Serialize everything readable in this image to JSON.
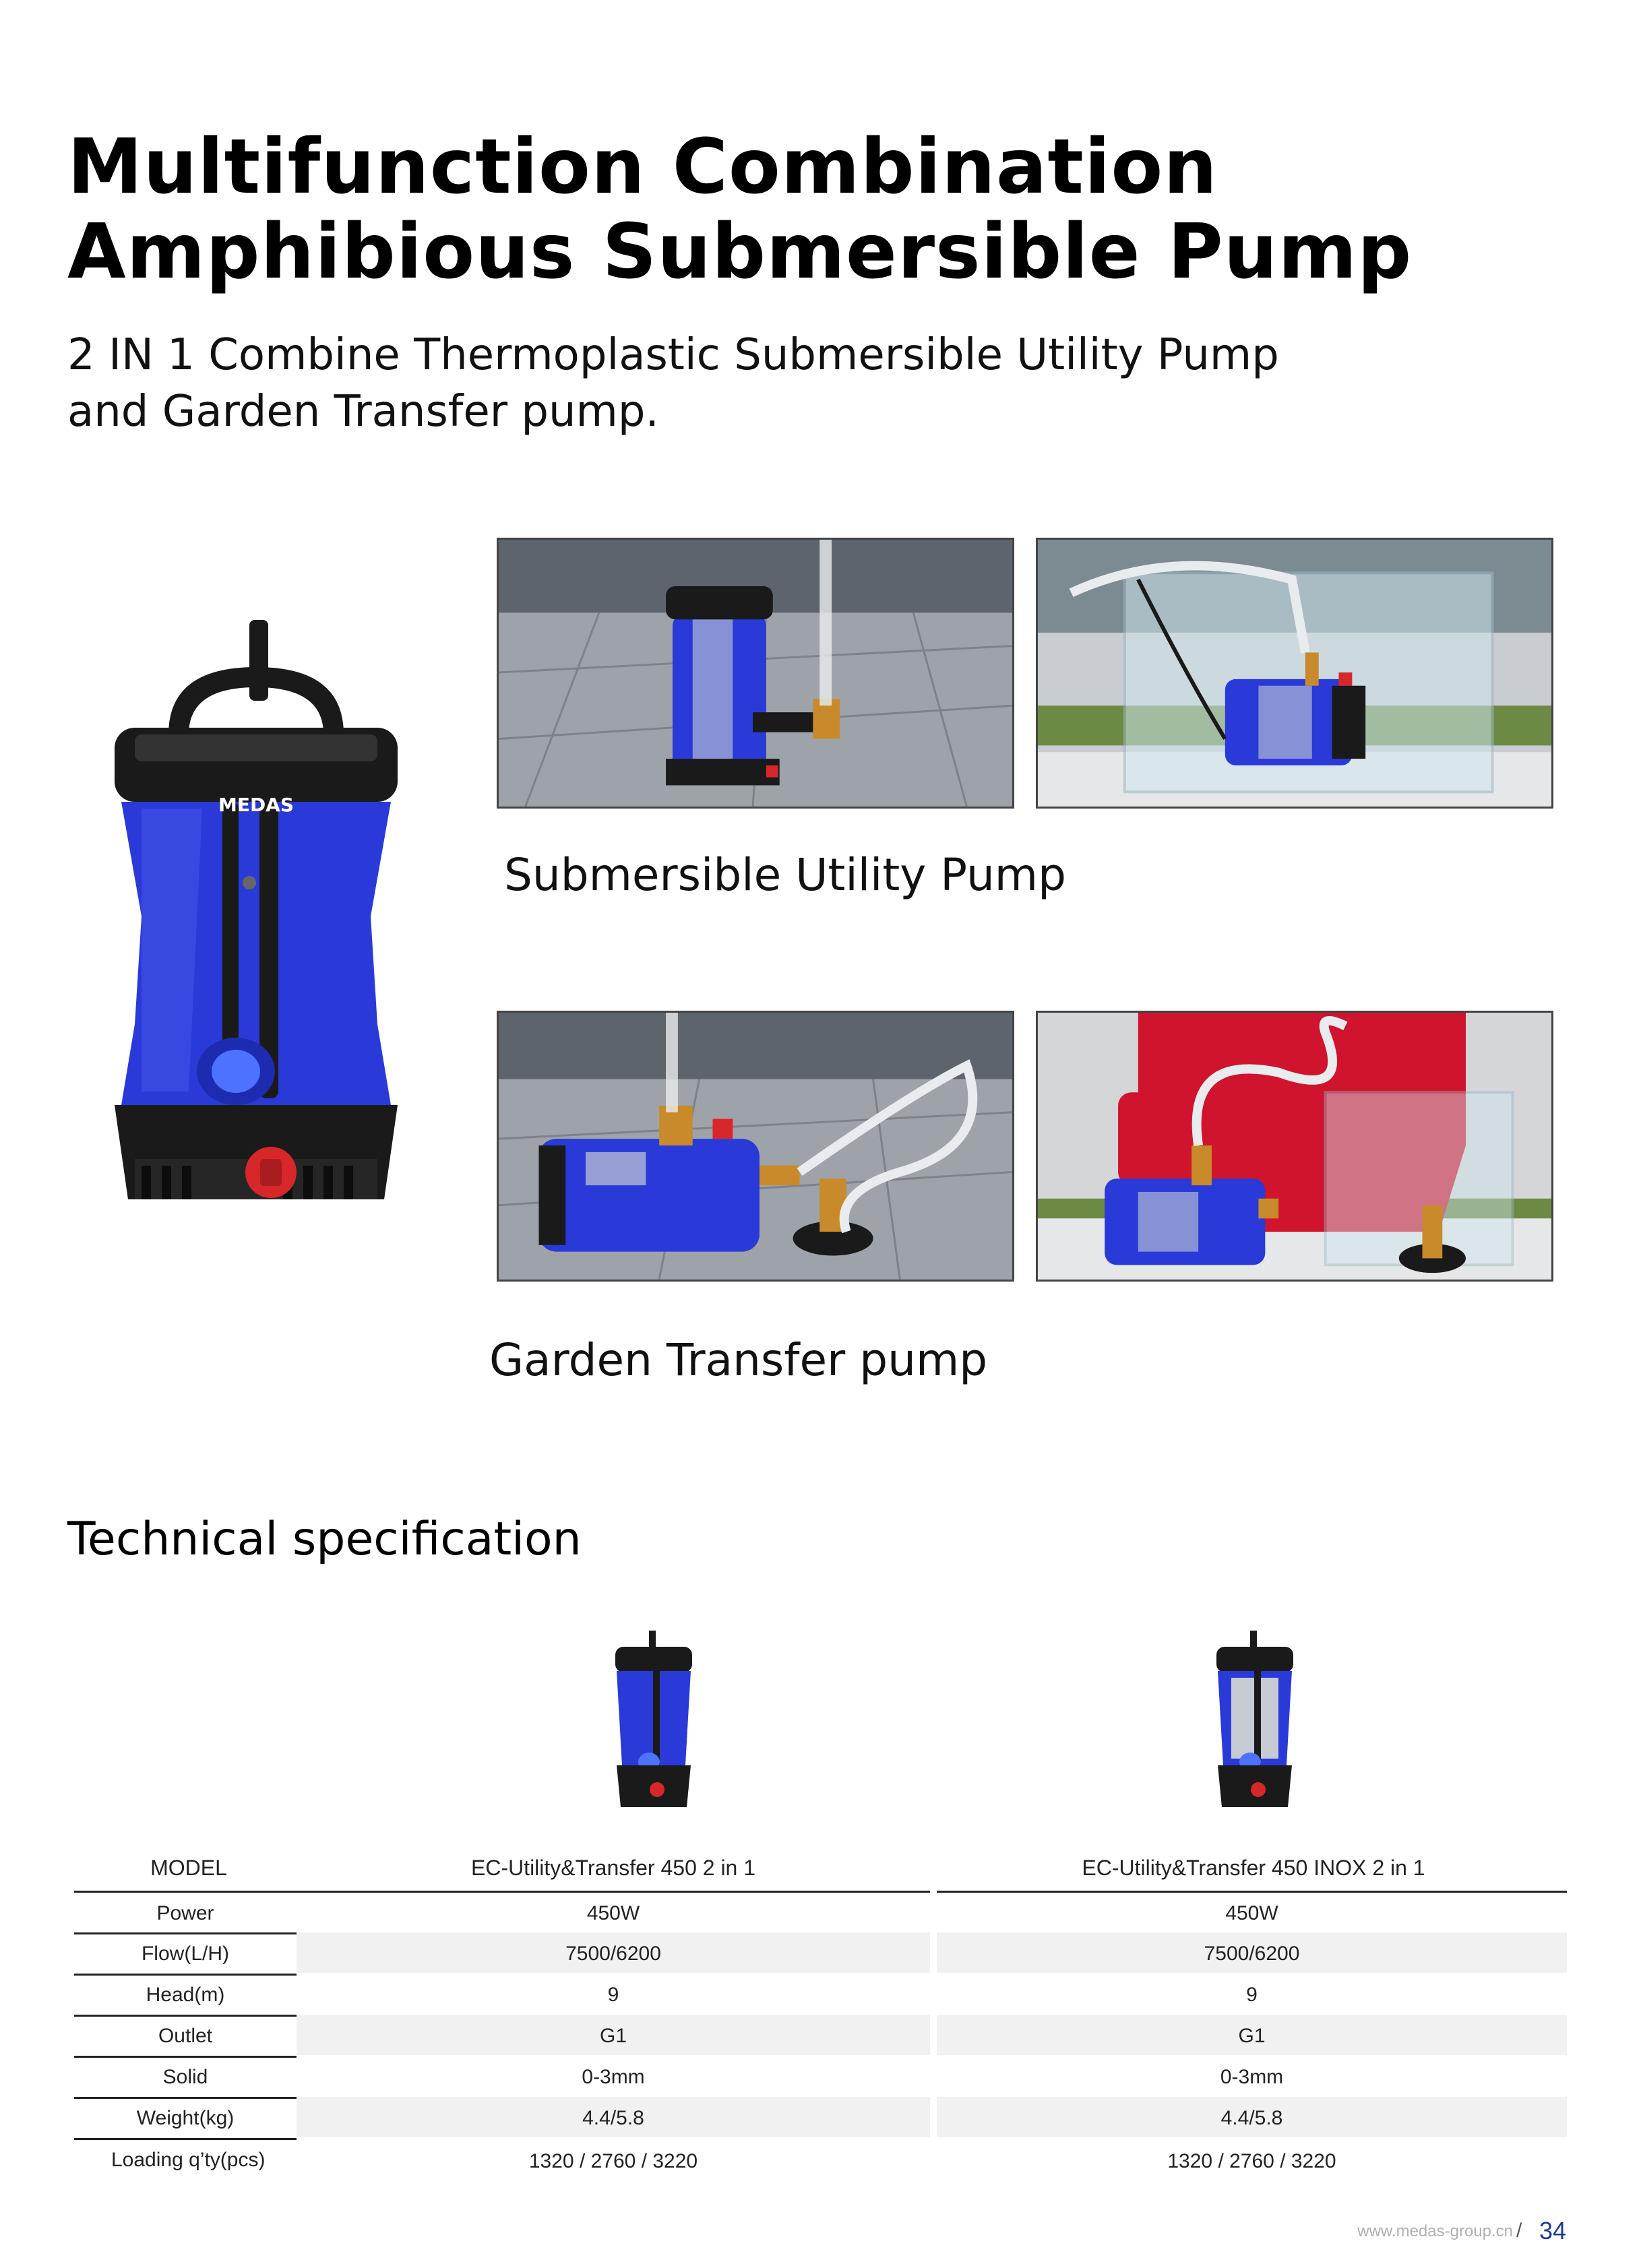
{
  "header": {
    "title_line1": "Multifunction Combination",
    "title_line2": "Amphibious Submersible Pump",
    "subtitle_line1": "2 IN 1 Combine Thermoplastic Submersible Utility Pump",
    "subtitle_line2": "and Garden Transfer pump."
  },
  "brand": {
    "logo_text": "MEDAS",
    "colors": {
      "pump_blue": "#2a3ad8",
      "pump_black": "#1a1a1a",
      "valve_red": "#d8272a"
    }
  },
  "captions": {
    "submersible": "Submersible Utility Pump",
    "transfer": "Garden Transfer pump"
  },
  "spec": {
    "heading": "Technical specification",
    "model_label": "MODEL",
    "models": [
      "EC-Utility&Transfer 450 2 in 1",
      "EC-Utility&Transfer 450 INOX 2 in 1"
    ],
    "rows": [
      {
        "label": "Power",
        "values": [
          "450W",
          "450W"
        ]
      },
      {
        "label": "Flow(L/H)",
        "values": [
          "7500/6200",
          "7500/6200"
        ]
      },
      {
        "label": "Head(m)",
        "values": [
          "9",
          "9"
        ]
      },
      {
        "label": "Outlet",
        "values": [
          "G1",
          "G1"
        ]
      },
      {
        "label": "Solid",
        "values": [
          "0-3mm",
          "0-3mm"
        ]
      },
      {
        "label": "Weight(kg)",
        "values": [
          "4.4/5.8",
          "4.4/5.8"
        ]
      },
      {
        "label": "Loading q’ty(pcs)",
        "values": [
          "1320 / 2760 / 3220",
          "1320 / 2760 / 3220"
        ]
      }
    ]
  },
  "footer": {
    "url": "www.medas-group.cn",
    "separator": "/",
    "page": "34"
  }
}
